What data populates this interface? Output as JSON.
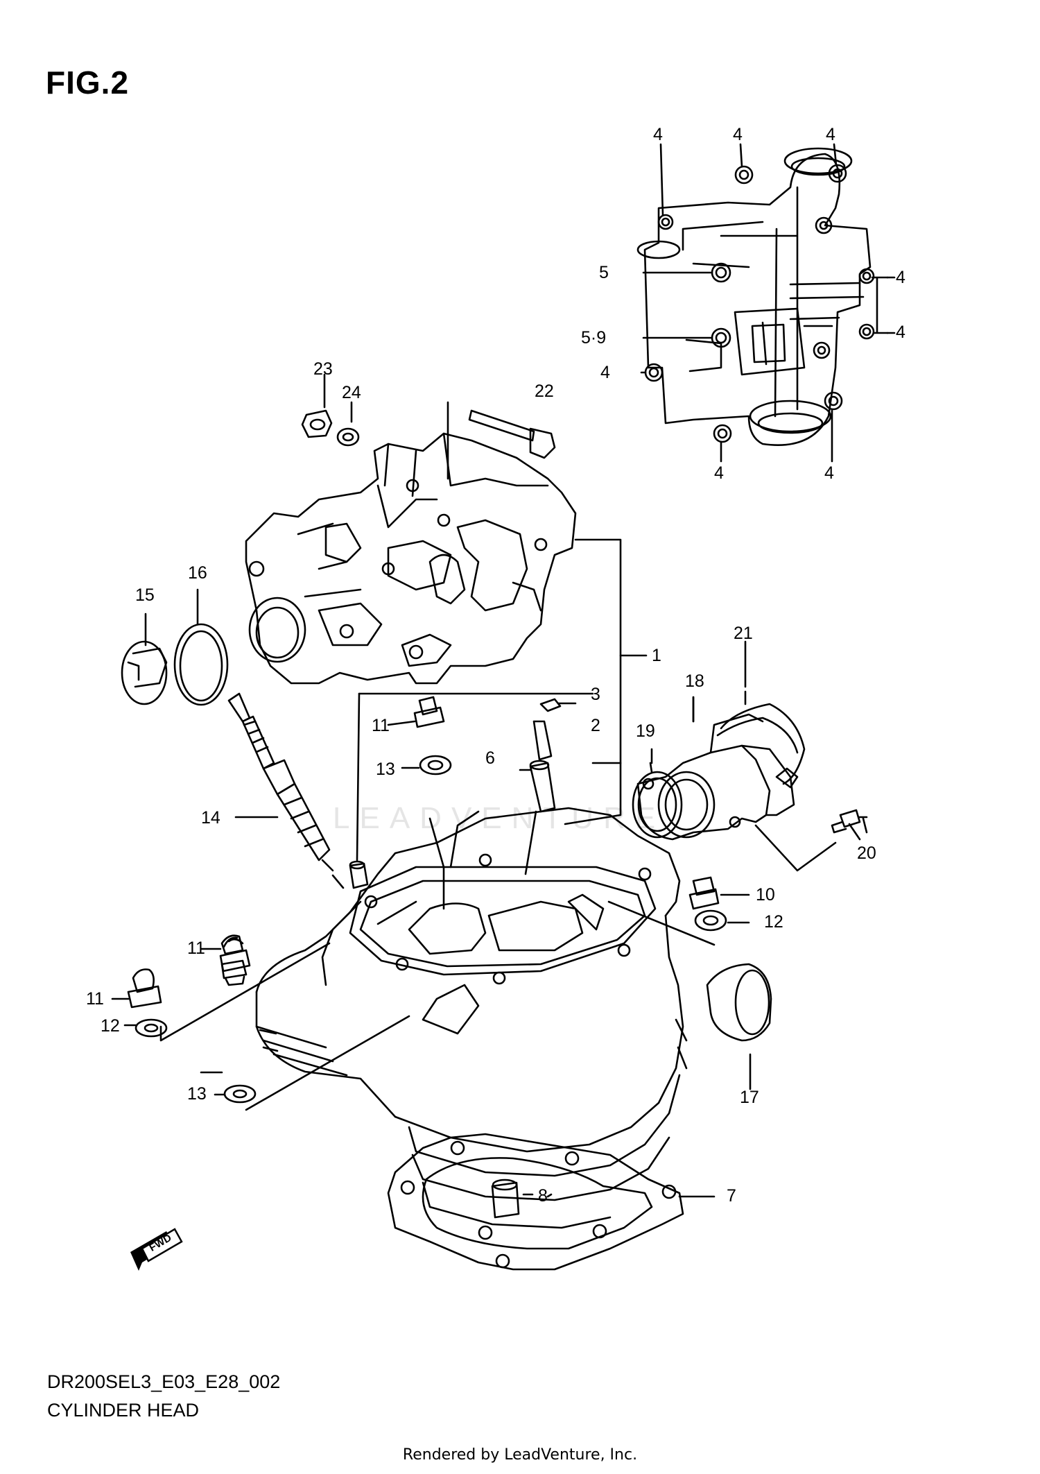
{
  "figure": {
    "title": "FIG.2"
  },
  "model_code": "DR200SEL3_E03_E28_002",
  "diagram_name": "CYLINDER HEAD",
  "footer": "Rendered by LeadVenture, Inc.",
  "watermark": "LEADVENTURE",
  "callouts": {
    "c1": "1",
    "c2": "2",
    "c3": "3",
    "c5": "5",
    "c59": "5·9",
    "c6": "6",
    "c7": "7",
    "c8": "8",
    "c10": "10",
    "c11a": "11",
    "c11b": "11",
    "c11c": "11",
    "c12a": "12",
    "c12b": "12",
    "c13a": "13",
    "c13b": "13",
    "c14": "14",
    "c15": "15",
    "c16": "16",
    "c17": "17",
    "c18": "18",
    "c19": "19",
    "c20": "20",
    "c21": "21",
    "c22": "22",
    "c23": "23",
    "c24": "24",
    "c4a": "4",
    "c4b": "4",
    "c4c": "4",
    "c4d": "4",
    "c4e": "4",
    "c4f": "4",
    "c4g": "4",
    "c4h": "4"
  },
  "fwd_arrow_label": "FWD",
  "colors": {
    "line": "#000000",
    "watermark": "#e5e5e5",
    "background": "#ffffff"
  }
}
